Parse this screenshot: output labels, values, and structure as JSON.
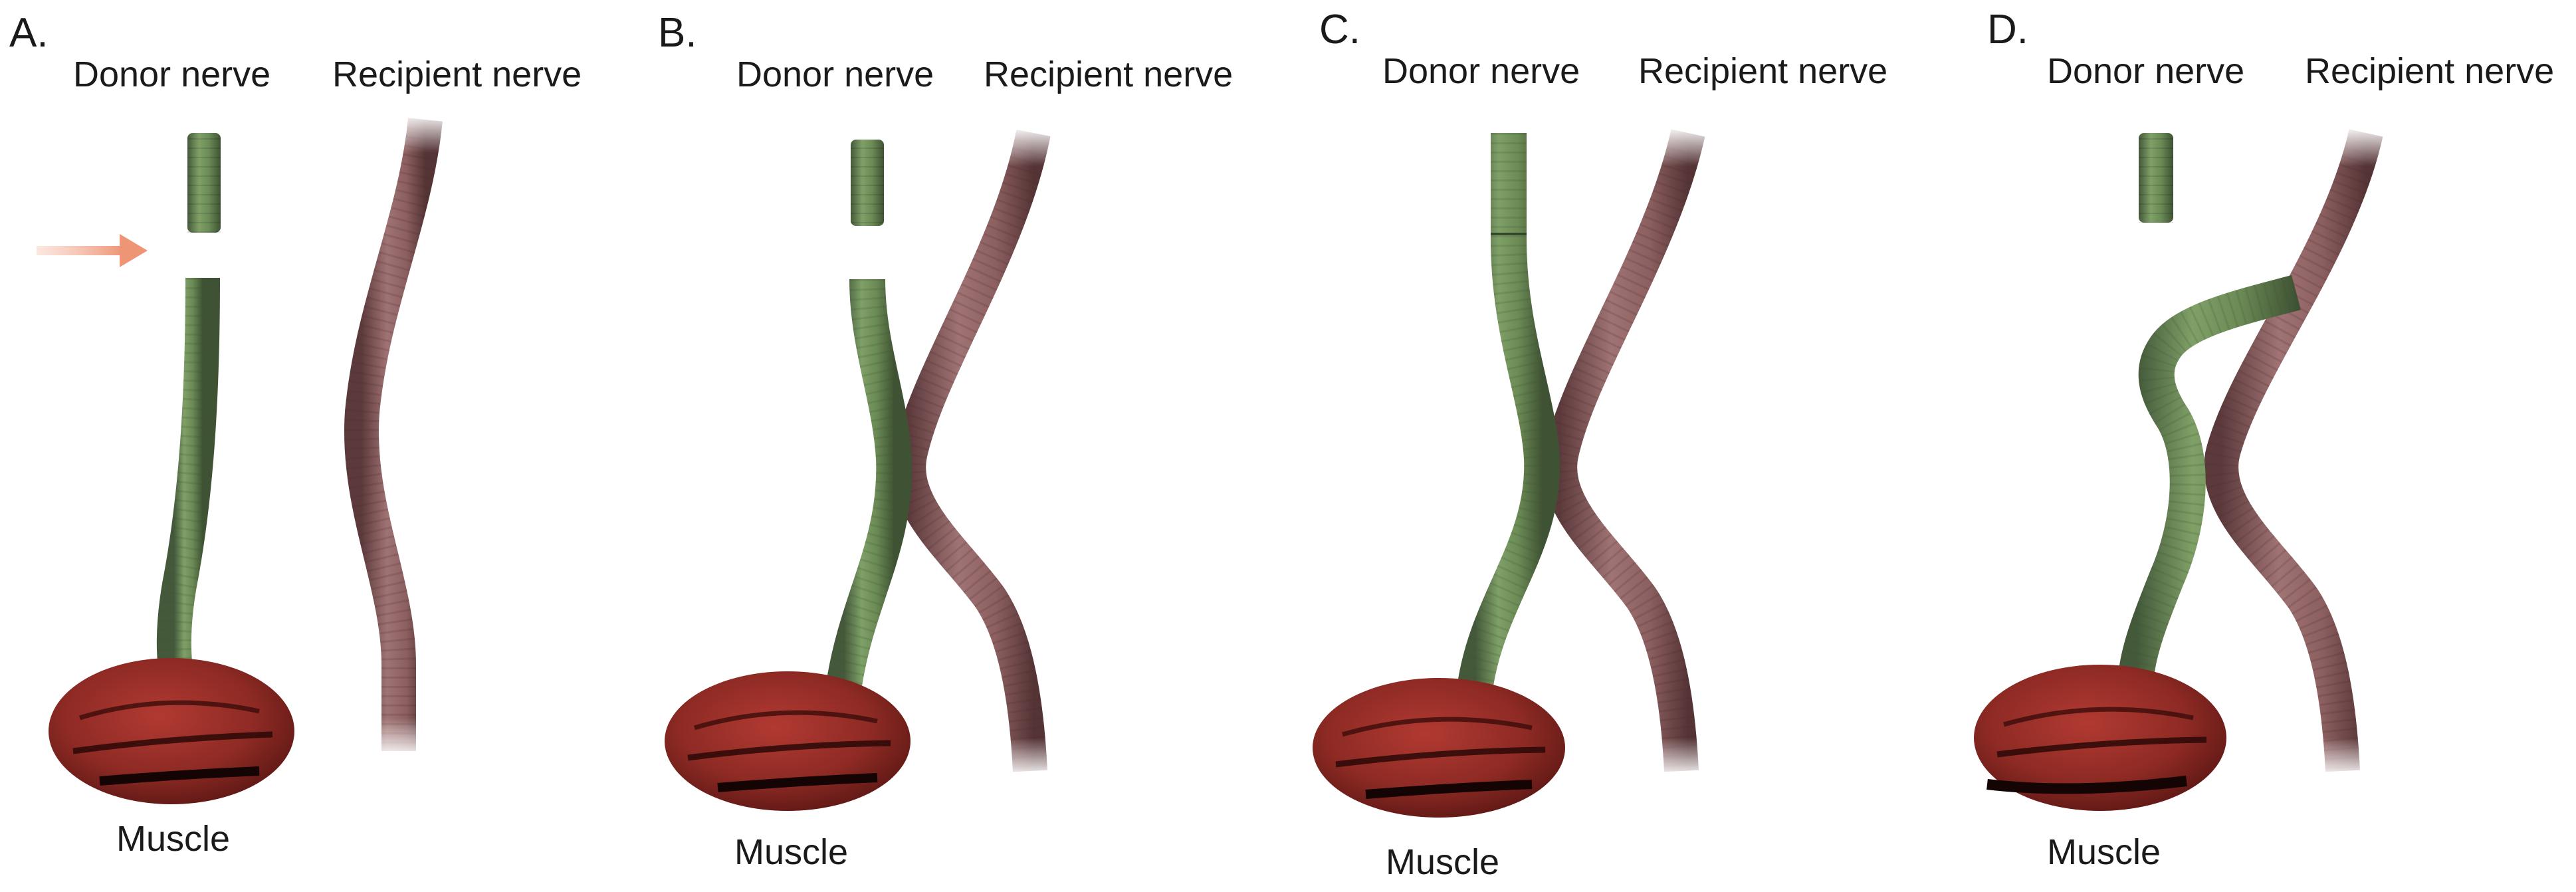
{
  "panels": [
    {
      "letter": "A.",
      "donor_label": "Donor nerve",
      "recipient_label": "Recipient nerve",
      "muscle_label": "Muscle"
    },
    {
      "letter": "B.",
      "donor_label": "Donor nerve",
      "recipient_label": "Recipient nerve",
      "muscle_label": "Muscle"
    },
    {
      "letter": "C.",
      "donor_label": "Donor nerve",
      "recipient_label": "Recipient nerve",
      "muscle_label": "Muscle"
    },
    {
      "letter": "D.",
      "donor_label": "Donor nerve",
      "recipient_label": "Recipient nerve",
      "muscle_label": "Muscle"
    }
  ],
  "colors": {
    "donor_nerve": "#6b8a55",
    "recipient_nerve": "#8c5f60",
    "muscle": "#8e2a24",
    "arrow": "#f0a58c"
  }
}
